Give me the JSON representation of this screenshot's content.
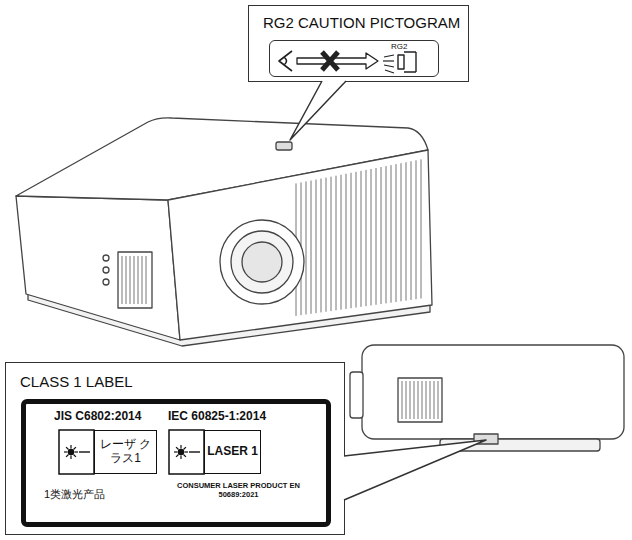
{
  "diagram": {
    "nodes": [
      {
        "text": [
          "RG2 CAUTION PICTOGRAM"
        ]
      },
      {
        "text": [
          "RG2"
        ],
        "in": 0
      },
      {
        "text": [
          "CLASS 1 LABEL"
        ]
      },
      {
        "text": [
          "JIS C6802:2014",
          "IEC 60825-1:2014",
          "1类激光产品",
          "CONSUMER LASER PRODUCT EN 50689:2021"
        ],
        "in": 2
      },
      {
        "text": [
          "レーザ クラス1"
        ],
        "in": 3
      },
      {
        "text": [
          "LASER 1"
        ],
        "in": 3
      }
    ]
  }
}
